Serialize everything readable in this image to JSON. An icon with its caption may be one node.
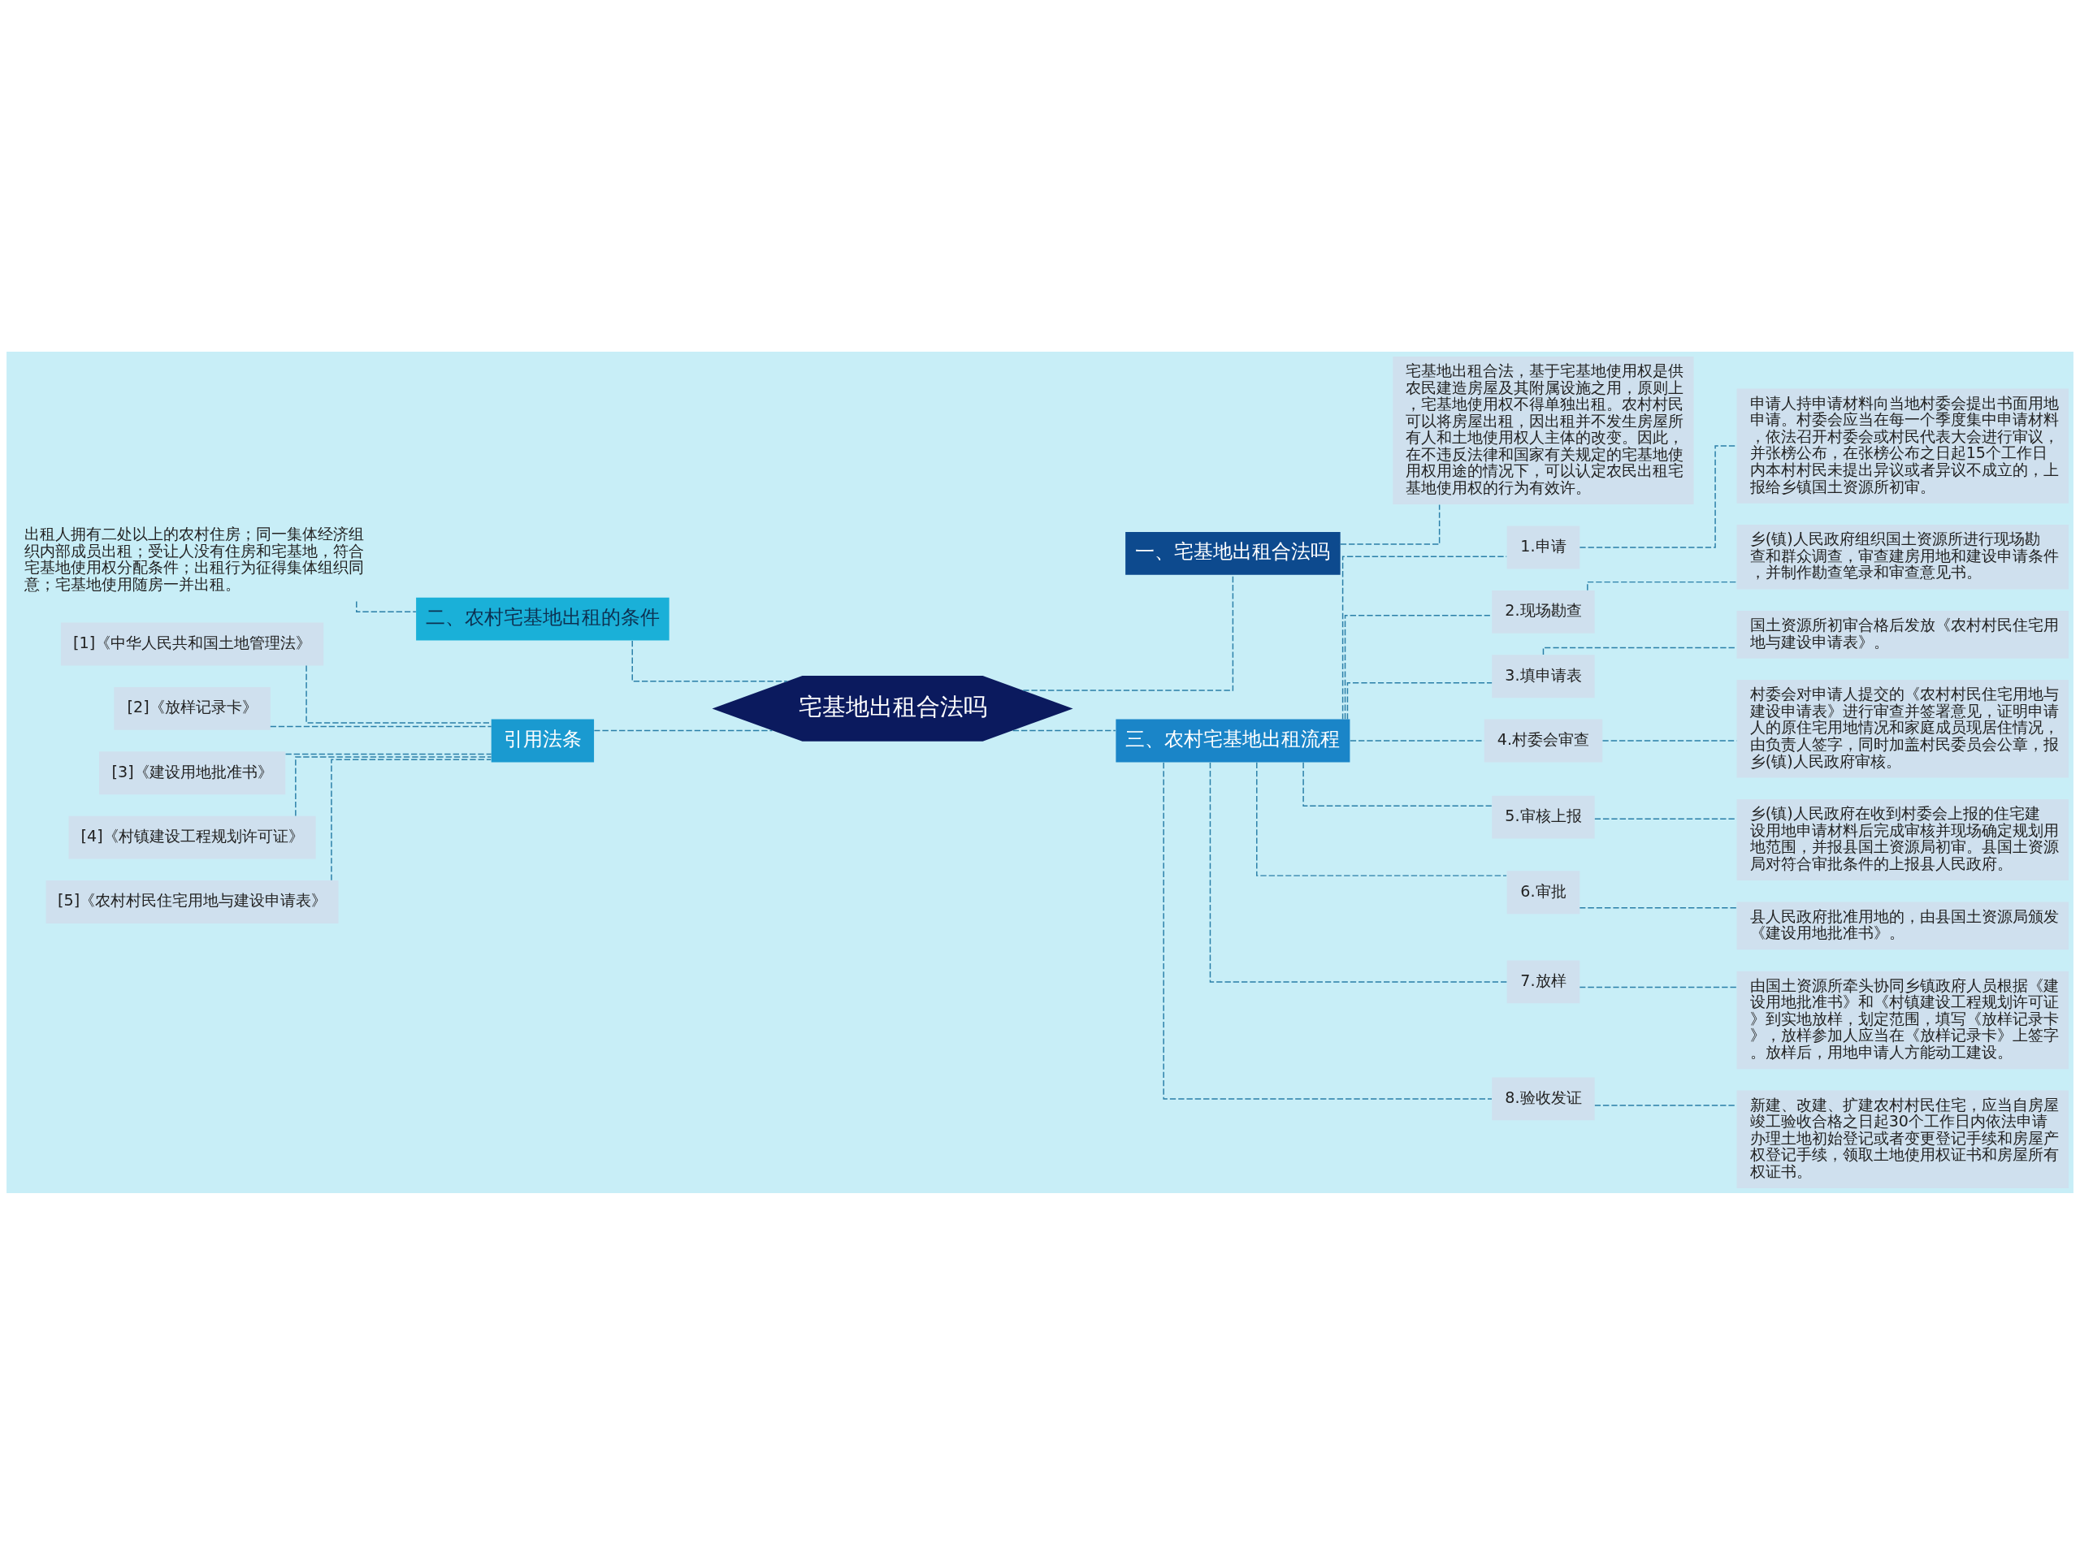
{
  "diagram": {
    "nodes": [
      {
        "text": [
          "宅基地出租合法吗"
        ]
      },
      {
        "text": [
          "一、宅基地出租合法吗"
        ]
      },
      {
        "text": [
          "宅基地出租合法，基于宅基地使用权是供农民建造房屋及其附属设施之用，原则上，宅基地使用权不得单独出租。农村村民可以将房屋出租，因出租并不发生房屋所有人和土地使用权人主体的改变。因此，在不违反法律和国家有关规定的宅基地使用权用途的情况下，可以认定农民出租宅基地使用权的行为有效许。"
        ]
      },
      {
        "text": [
          "二、农村宅基地出租的条件"
        ]
      },
      {
        "text": [
          "出租人拥有二处以上的农村住房；同一集体经济组织内部成员出租；受让人没有住房和宅基地，符合宅基地使用权分配条件；出租行为征得集体组织同意；宅基地使用随房一并出租。"
        ]
      },
      {
        "text": [
          "引用法条"
        ]
      },
      {
        "text": [
          "[1]《中华人民共和国土地管理法》"
        ]
      },
      {
        "text": [
          "[2]《放样记录卡》"
        ]
      },
      {
        "text": [
          "[3]《建设用地批准书》"
        ]
      },
      {
        "text": [
          "[4]《村镇建设工程规划许可证》"
        ]
      },
      {
        "text": [
          "[5]《农村村民住宅用地与建设申请表》"
        ]
      },
      {
        "text": [
          "三、农村宅基地出租流程"
        ]
      },
      {
        "text": [
          "1.申请"
        ]
      },
      {
        "text": [
          "申请人持申请材料向当地村委会提出书面用地申请。村委会应当在每一个季度集中申请材料，依法召开村委会或村民代表大会进行审议，并张榜公布，在张榜公布之日起15个工作日内本村村民未提出异议或者异议不成立的，上报给乡镇国土资源所初审。"
        ]
      },
      {
        "text": [
          "2.现场勘查"
        ]
      },
      {
        "text": [
          "乡(镇)人民政府组织国土资源所进行现场勘查和群众调查，审查建房用地和建设申请条件，并制作勘查笔录和审查意见书。"
        ]
      },
      {
        "text": [
          "3.填申请表"
        ]
      },
      {
        "text": [
          "国土资源所初审合格后发放《农村村民住宅用地与建设申请表》。"
        ]
      },
      {
        "text": [
          "4.村委会审查"
        ]
      },
      {
        "text": [
          "村委会对申请人提交的《农村村民住宅用地与建设申请表》进行审查并签署意见，证明申请人的原住宅用地情况和家庭成员现居住情况，由负责人签字，同时加盖村民委员会公章，报乡(镇)人民政府审核。"
        ]
      },
      {
        "text": [
          "5.审核上报"
        ]
      },
      {
        "text": [
          "乡(镇)人民政府在收到村委会上报的住宅建设用地申请材料后完成审核并现场确定规划用地范围，并报县国土资源局初审。县国土资源局对符合审批条件的上报县人民政府。"
        ]
      },
      {
        "text": [
          "6.审批"
        ]
      },
      {
        "text": [
          "县人民政府批准用地的，由县国土资源局颁发《建设用地批准书》。"
        ]
      },
      {
        "text": [
          "7.放样"
        ]
      },
      {
        "text": [
          "由国土资源所牵头协同乡镇政府人员根据《建设用地批准书》和《村镇建设工程规划许可证》到实地放样，划定范围，填写《放样记录卡》，放样参加人应当在《放样记录卡》上签字。放样后，用地申请人方能动工建设。"
        ]
      },
      {
        "text": [
          "8.验收发证"
        ]
      },
      {
        "text": [
          "新建、改建、扩建农村村民住宅，应当自房屋竣工验收合格之日起30个工作日内依法申请办理土地初始登记或者变更登记手续和房屋产权登记手续，领取土地使用权证书和房屋所有权证书。"
        ]
      }
    ],
    "edges": [
      {
        "from": 0,
        "to": 1,
        "arrow": "none",
        "style": "dashed"
      },
      {
        "from": 1,
        "to": 2,
        "arrow": "none",
        "style": "dashed"
      },
      {
        "from": 0,
        "to": 3,
        "arrow": "none",
        "style": "dashed"
      },
      {
        "from": 3,
        "to": 4,
        "arrow": "none",
        "style": "dashed"
      },
      {
        "from": 0,
        "to": 5,
        "arrow": "none",
        "style": "dashed"
      },
      {
        "from": 5,
        "to": 6,
        "arrow": "none",
        "style": "dashed"
      },
      {
        "from": 5,
        "to": 7,
        "arrow": "none",
        "style": "dashed"
      },
      {
        "from": 5,
        "to": 8,
        "arrow": "none",
        "style": "dashed"
      },
      {
        "from": 5,
        "to": 9,
        "arrow": "none",
        "style": "dashed"
      },
      {
        "from": 5,
        "to": 10,
        "arrow": "none",
        "style": "dashed"
      },
      {
        "from": 0,
        "to": 11,
        "arrow": "none",
        "style": "dashed"
      },
      {
        "from": 11,
        "to": 12,
        "arrow": "none",
        "style": "dashed"
      },
      {
        "from": 12,
        "to": 13,
        "arrow": "none",
        "style": "dashed"
      },
      {
        "from": 11,
        "to": 14,
        "arrow": "none",
        "style": "dashed"
      },
      {
        "from": 14,
        "to": 15,
        "arrow": "none",
        "style": "dashed"
      },
      {
        "from": 11,
        "to": 16,
        "arrow": "none",
        "style": "dashed"
      },
      {
        "from": 16,
        "to": 17,
        "arrow": "none",
        "style": "dashed"
      },
      {
        "from": 11,
        "to": 18,
        "arrow": "none",
        "style": "dashed"
      },
      {
        "from": 18,
        "to": 19,
        "arrow": "none",
        "style": "dashed"
      },
      {
        "from": 11,
        "to": 20,
        "arrow": "none",
        "style": "dashed"
      },
      {
        "from": 20,
        "to": 21,
        "arrow": "none",
        "style": "dashed"
      },
      {
        "from": 11,
        "to": 22,
        "arrow": "none",
        "style": "dashed"
      },
      {
        "from": 22,
        "to": 23,
        "arrow": "none",
        "style": "dashed"
      },
      {
        "from": 11,
        "to": 24,
        "arrow": "none",
        "style": "dashed"
      },
      {
        "from": 24,
        "to": 25,
        "arrow": "none",
        "style": "dashed"
      },
      {
        "from": 11,
        "to": 26,
        "arrow": "none",
        "style": "dashed"
      },
      {
        "from": 26,
        "to": 27,
        "arrow": "none",
        "style": "dashed"
      }
    ]
  }
}
